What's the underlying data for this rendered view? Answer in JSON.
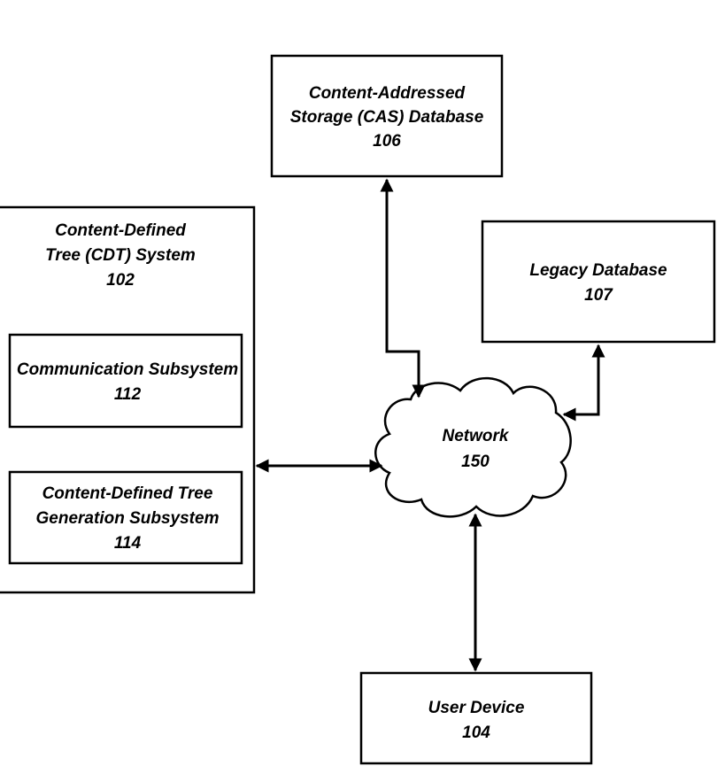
{
  "nodes": {
    "cas_db": {
      "line1": "Content-Addressed",
      "line2": "Storage (CAS) Database",
      "ref": "106"
    },
    "cdt_system": {
      "line1": "Content-Defined",
      "line2": "Tree (CDT) System",
      "ref": "102"
    },
    "communication_subsystem": {
      "line1": "Communication Subsystem",
      "ref": "112"
    },
    "cdt_generation_subsystem": {
      "line1": "Content-Defined Tree",
      "line2": "Generation Subsystem",
      "ref": "114"
    },
    "legacy_db": {
      "line1": "Legacy Database",
      "ref": "107"
    },
    "network": {
      "line1": "Network",
      "ref": "150"
    },
    "user_device": {
      "line1": "User Device",
      "ref": "104"
    }
  },
  "colors": {
    "stroke": "#000000",
    "fill": "#ffffff",
    "text": "#000000"
  }
}
